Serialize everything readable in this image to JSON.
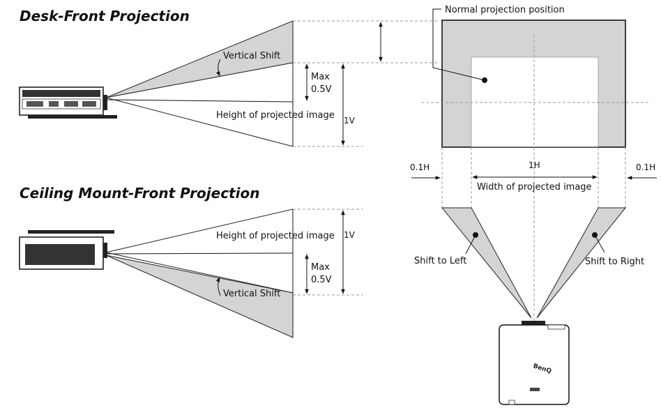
{
  "desk_front": {
    "title": "Desk-Front Projection",
    "vertical_shift_label": "Vertical Shift",
    "max_label": "Max",
    "max_value": "0.5V",
    "height_label": "Height of projected image",
    "v_label": "1V"
  },
  "ceiling_front": {
    "title": "Ceiling Mount-Front Projection",
    "vertical_shift_label": "Vertical Shift",
    "max_label": "Max",
    "max_value": "0.5V",
    "height_label": "Height of projected image",
    "v_label": "1V"
  },
  "horizontal": {
    "normal_position_label": "Normal projection position",
    "shift_left_amount": "0.1H",
    "shift_right_amount": "0.1H",
    "h_label": "1H",
    "width_label": "Width of projected image",
    "shift_to_left_label": "Shift to Left",
    "shift_to_right_label": "Shift to Right",
    "logo_text": "BenQ"
  },
  "colors": {
    "beam_fill": "#d4d4d4",
    "line": "#111111",
    "guide": "#9a9a9a"
  }
}
